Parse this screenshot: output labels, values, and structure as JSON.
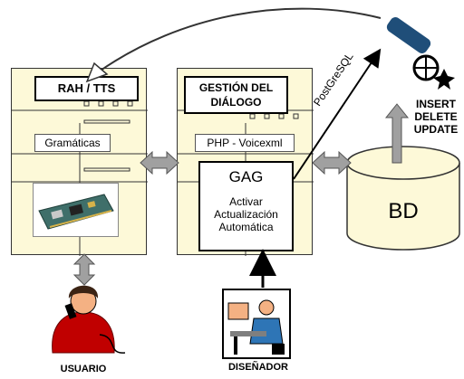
{
  "boxes": {
    "rah_tts": {
      "label": "RAH / TTS",
      "gramaticas": "Gramáticas"
    },
    "gestion": {
      "label": "GESTIÓN DEL DIÁLOGO",
      "php": "PHP - Voicexml"
    },
    "gag": {
      "title": "GAG",
      "line1": "Activar",
      "line2": "Actualización",
      "line3": "Automática"
    },
    "bd": {
      "label": "BD"
    }
  },
  "edges": {
    "postgresql": "PostGreSQL",
    "sql_ops": [
      "INSERT",
      "DELETE",
      "UPDATE"
    ]
  },
  "actors": {
    "usuario": "USUARIO",
    "disenador": "DISEÑADOR"
  },
  "colors": {
    "server_fill": "#fdf9d8",
    "connector_gray": "#a0a0a0",
    "db_fill": "#fdf9d8"
  }
}
